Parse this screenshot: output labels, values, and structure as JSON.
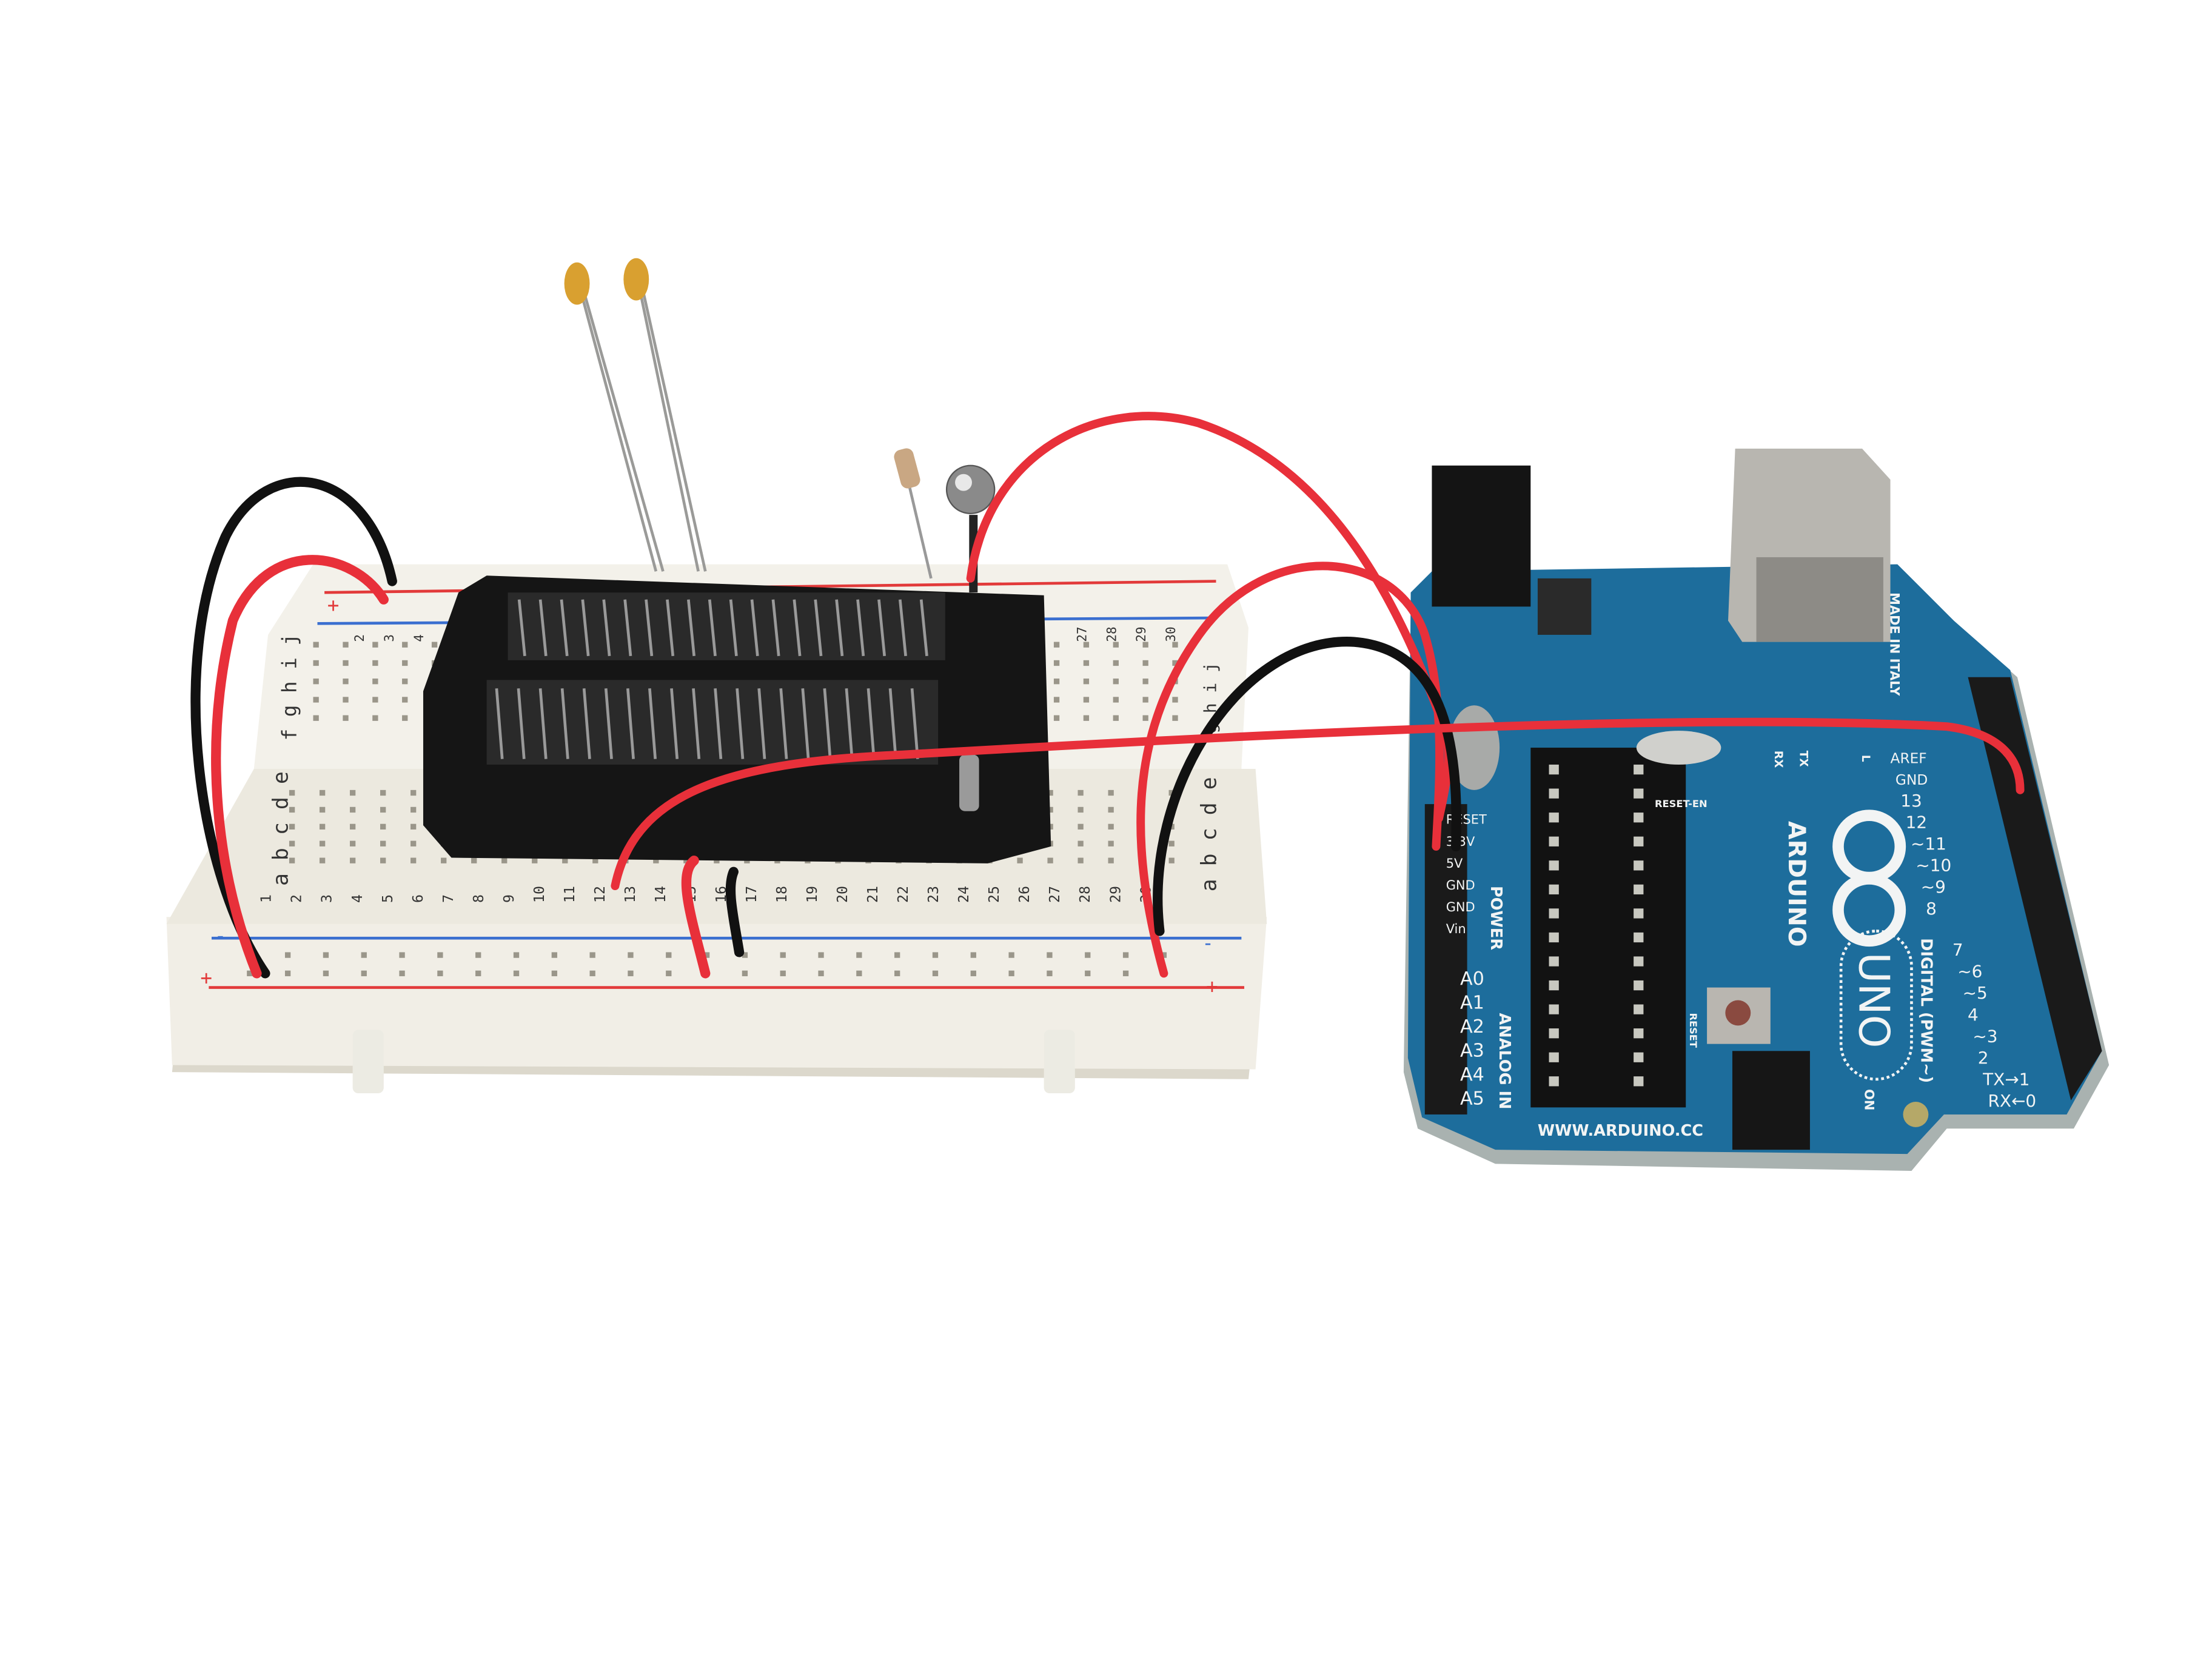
{
  "scene": {
    "background": "#ffffff",
    "colors": {
      "breadboard": "#f3f1ea",
      "breadboard_shadow": "#dcd8cc",
      "rail_red": "#e23a3a",
      "rail_blue": "#3a6fd0",
      "zif_socket": "#151515",
      "pcb_blue": "#1d6d9c",
      "wire_red": "#e8303a",
      "wire_black": "#111111",
      "usb_silver": "#b8b6b0",
      "capacitor": "#d9a030"
    }
  },
  "breadboard": {
    "plus": "+",
    "minus": "-",
    "rows_top": "f g h i j",
    "rows_bottom": "a b c d e",
    "rows_right_top": "g h i j",
    "rows_right_bottom": "a b c d e",
    "columns": [
      "1",
      "2",
      "3",
      "4",
      "5",
      "6",
      "7",
      "8",
      "9",
      "10",
      "11",
      "12",
      "13",
      "14",
      "15",
      "16",
      "17",
      "18",
      "19",
      "20",
      "21",
      "22",
      "23",
      "24",
      "25",
      "26",
      "27",
      "28",
      "29",
      "30"
    ],
    "top_columns_visible": [
      "2",
      "3",
      "4",
      "27",
      "28",
      "29",
      "30"
    ]
  },
  "arduino": {
    "brand": "ARDUINO",
    "model": "UNO",
    "url": "WWW.ARDUINO.CC",
    "made_in": "MADE IN ITALY",
    "digital_label": "DIGITAL (PWM~)",
    "analog_label": "ANALOG IN",
    "power_label": "POWER",
    "reset_en": "RESET-EN",
    "reset": "RESET",
    "on": "ON",
    "rx": "RX",
    "tx": "TX",
    "l": "L",
    "power_pins": [
      "RESET",
      "3.3V",
      "5V",
      "GND",
      "GND",
      "Vin"
    ],
    "analog_pins": [
      "A0",
      "A1",
      "A2",
      "A3",
      "A4",
      "A5"
    ],
    "digital_pins": [
      "AREF",
      "GND",
      "13",
      "12",
      "~11",
      "~10",
      "~9",
      "8",
      "7",
      "~6",
      "~5",
      "4",
      "~3",
      "2",
      "TX→1",
      "RX←0"
    ]
  }
}
